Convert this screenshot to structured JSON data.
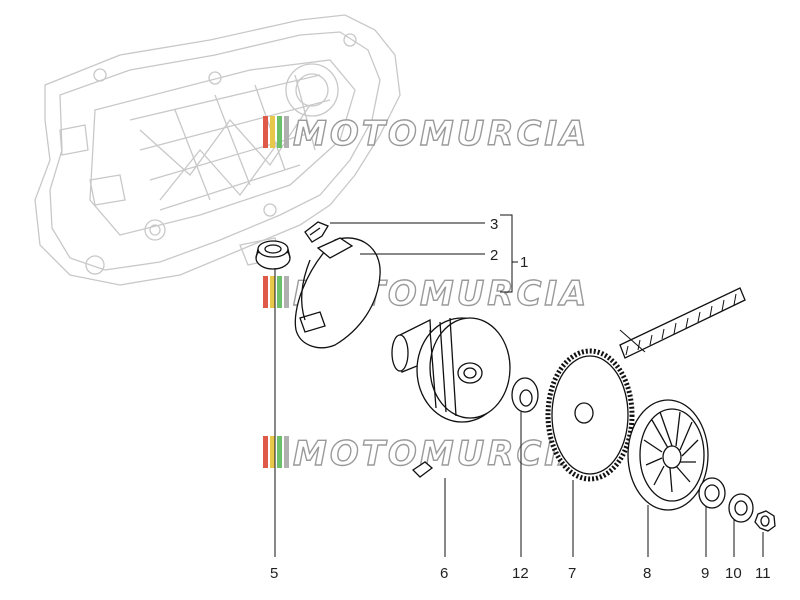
{
  "watermark": {
    "text": "MOTOMURCIA",
    "stripe_colors": [
      "#e05a4a",
      "#e8c84a",
      "#6cc06c",
      "#b0b0b0"
    ]
  },
  "part_numbers": {
    "p1": "1",
    "p2": "2",
    "p3": "3",
    "p5": "5",
    "p6": "6",
    "p7": "7",
    "p8": "8",
    "p9": "9",
    "p10": "10",
    "p11": "11",
    "p12": "12"
  }
}
